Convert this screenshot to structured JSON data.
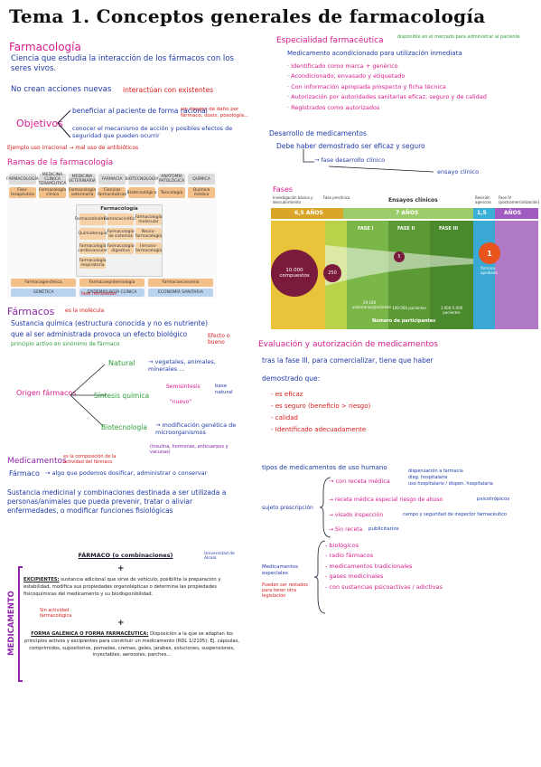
{
  "title": "Tema 1. Conceptos generales de farmacología",
  "left": {
    "farmacologia": {
      "heading": "Farmacología",
      "def": "Ciencia que estudia la interacción de los fármacos con los seres vivos.",
      "note_pre": "No crean acciones nuevas",
      "note_post": "interactúan con existentes"
    },
    "objetivos": {
      "label": "Objetivos",
      "o1": "beneficiar al paciente de forma racional",
      "o1_note": "sin riesgos de daño por fármaco, dosis, posología...",
      "o2": "conocer el mecanismo de acción y posibles efectos de seguridad que pueden ocurrir",
      "example": "Ejemplo uso irracional → mal uso de antibióticos"
    },
    "ramas": {
      "heading": "Ramas de la farmacología",
      "top": [
        "FARMACOLOGÍA",
        "MEDICINA CLÍNICA TERAPÉUTICA",
        "MEDICINA VETERINARIA",
        "FARMACIA",
        "BIOTECNOLOGÍA",
        "ANATOMÍA PATOLÓGICA",
        "QUÍMICA"
      ],
      "second": [
        "Fisio-terapéutica",
        "Farmacología clínica",
        "Farmacología veterinaria",
        "Ciencias farmacéuticas",
        "Biotecnológica",
        "Toxicología",
        "Química médica"
      ],
      "center": "Farmacología",
      "center_items": [
        "Farmacodinámica",
        "Farmacocinética",
        "Farmacología molecular",
        "Quimioterapia",
        "Farmacología de sistemas",
        "Neuro-farmacología",
        "Farmacología cardiovascular",
        "Farmacología digestiva",
        "Inmuno-farmacología",
        "Farmacología respiratoria"
      ],
      "bottom": [
        "Farmacogenómica",
        "Farmacoepidemiología",
        "Farmacoeconomía",
        "GENÉTICA",
        "EPIDEMIOLOGÍA CLÍNICA",
        "ECONOMÍA SANITARIA"
      ],
      "note": "Farmacovigilancia",
      "note2": "fase retrasadas"
    },
    "farmacos": {
      "heading": "Fármacos",
      "heading_note": "es la molécula",
      "def1": "Sustancia química (estructura conocida y no es nutriente)",
      "def2": "que al ser administrada provoca un efecto biológico",
      "def3": "principio activo en sinónimo de fármaco",
      "side": "Efecto o bueno",
      "origen": "Origen fármacos",
      "natural": "Natural",
      "natural_items": "→ vegetales, animales, minerales ...",
      "sintesis": "Síntesis química",
      "semisintesis": "Semisintesis",
      "semi_note": "base natural",
      "nuevo": "\"nuevo\"",
      "biotec": "Biotecnología",
      "biotec_items": "→ modificación genética de microorganismos",
      "biotec_note": "(insulina, hormonas, anticuerpos y vacunas)"
    },
    "medicamentos": {
      "heading": "Medicamentos",
      "heading_note": "es la composición de la actividad del fármaco",
      "farmaco": "Fármaco",
      "farmaco_def": "→ algo que podemos dosificar, administrar o conservar",
      "def": "Sustancia medicinal y combinaciones destinada a ser utilizada a personas/animales que pueda prevenir, tratar o aliviar enfermedades, o modificar funciones fisiológicas"
    },
    "box": {
      "side_label": "MEDICAMENTO",
      "header": "FÁRMACO (o combinaciones)",
      "univ": "Universidad de Alcalá",
      "plus1": "+",
      "excip_title": "EXCIPIENTES:",
      "excip_text": "sustancia adicional que sirve de vehículo, posibilita la preparación y estabilidad, modifica sus propiedades organolépticas o determina las propiedades fisicoquímicas del medicamento y su biodisponibilidad.",
      "excip_note": "Sin actividad farmacológica",
      "plus2": "+",
      "forma_title": "FORMA GALÉNICA O FORMA FARMACÉUTICA:",
      "forma_text": "Disposición a la que se adaptan los principios activos y excipientes para constituir un medicamento (RDL 1/2105): Ej. cápsulas, comprimidos, supositorios, pomadas, cremas, geles, jarabes, soluciones, suspensiones, inyectables, aerosoles, parches..."
    }
  },
  "right": {
    "especialidad": {
      "heading": "Especialidad farmacéutica",
      "heading_note": "disponible en el mercado para administrar al paciente",
      "sub": "Medicamento acondicionado para utilización inmediata",
      "items": [
        "· Identificado como marca + genérico",
        "· Acondicionado, envasado y etiquetado",
        "· Con información apropiada prospecto y ficha técnica",
        "· Autorización por autoridades sanitarias eficaz, seguro y de calidad",
        "· Registrados como autorizados"
      ]
    },
    "desarrollo": {
      "heading": "Desarrollo de medicamentos",
      "line": "Debe haber demostrado ser eficaz y seguro",
      "fase": "→ fase desarrollo clínico",
      "ensayo": "ensayo clínico"
    },
    "fases": {
      "label": "Fases",
      "col1_title": "Investigación básica y descubrimiento",
      "col1_years": "6,5 AÑOS",
      "col2_title": "Fase preclínica",
      "ensayos": "Ensayos clínicos",
      "ensayos_years": "7 AÑOS",
      "revision": "Revisión agencias",
      "revision_years": "1,5",
      "fase4": "Fase IV (postcomercialización)",
      "fase4_years": "AÑOS",
      "f1": "FASE I",
      "f2": "FASE II",
      "f3": "FASE III",
      "compuestos": "10.000 compuestos",
      "c250": "250",
      "c5": "5",
      "c1": "1",
      "c1_label": "fármaco aprobado",
      "vol1": "20-100 voluntarios/pacientes",
      "vol2": "100-500 pacientes",
      "vol3": "1.000-5.000 pacientes",
      "participantes": "Número de participantes"
    },
    "evaluacion": {
      "heading": "Evaluación y autorización de medicamentos",
      "line1": "tras la fase III, para comercializar, tiene que haber",
      "line2": "demostrado que:",
      "items": [
        "- es eficaz",
        "- es seguro (beneficio > riesgo)",
        "- calidad",
        "- Identificado adecuadamente"
      ]
    },
    "tipos": {
      "heading": "tipos de medicamentos de uso humano",
      "sujeto": "sujeto prescripción",
      "s1": "→ con receta médica",
      "s1_notes": [
        "dispensación a farmacia",
        "diag. hospitalaria",
        "uso hospitalario / dispen. hospitalaria"
      ],
      "s2": "→ receta médica especial riesgo de abuso",
      "s2_note": "psicotrópicos",
      "s3": "→ visado inspección",
      "s3_note": "campo y seguridad de inspector farmacéutico",
      "s4": "→ Sin receta",
      "s4_note": "publicitarios",
      "especiales": "Medicamentos especiales",
      "especiales_note": "Pueden ser restados para tener otra legislación",
      "e_items": [
        "- biológicos",
        "- radio fármacos",
        "- medicamentos tradicionales",
        "- gases medicinales",
        "- con sustancias psicoactivas / adictivas"
      ]
    }
  }
}
